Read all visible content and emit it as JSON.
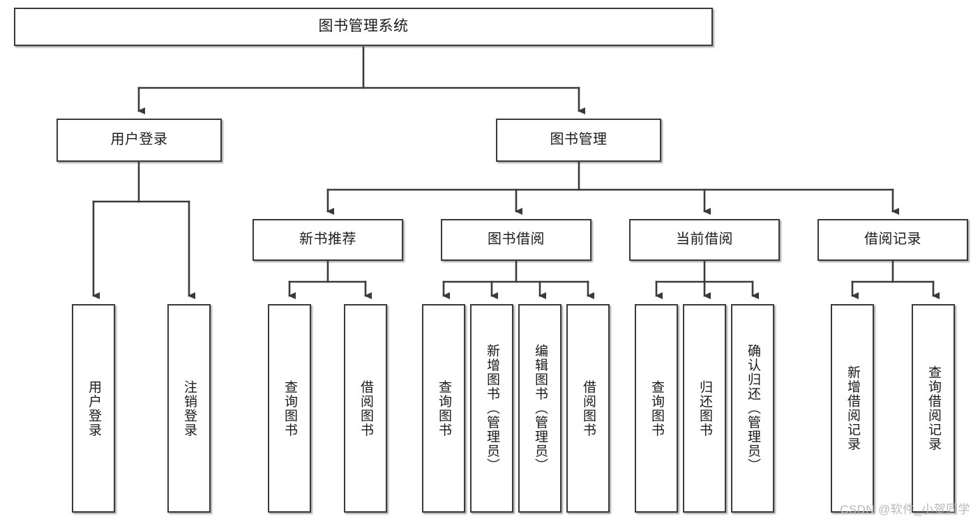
{
  "diagram": {
    "title": "图书管理系统",
    "type": "tree-hierarchy-chart",
    "colors": {
      "node_border": "#3a3a3a",
      "node_fill": "#ffffff",
      "connector": "#3a3a3a",
      "background": "#ffffff",
      "watermark": "#b9b9b9"
    },
    "root": {
      "id": "root",
      "label": "图书管理系统"
    },
    "level2": [
      {
        "id": "user-login",
        "label": "用户登录"
      },
      {
        "id": "book-management",
        "label": "图书管理"
      }
    ],
    "level3": [
      {
        "id": "new-book-recommend",
        "label": "新书推荐",
        "parent": "book-management"
      },
      {
        "id": "book-borrow",
        "label": "图书借阅",
        "parent": "book-management"
      },
      {
        "id": "current-borrow",
        "label": "当前借阅",
        "parent": "book-management"
      },
      {
        "id": "borrow-record",
        "label": "借阅记录",
        "parent": "book-management"
      }
    ],
    "leaves": {
      "user-login": [
        {
          "id": "leaf-user-login",
          "label": "用户登录"
        },
        {
          "id": "leaf-logout-login",
          "label": "注销登录"
        }
      ],
      "new-book-recommend": [
        {
          "id": "leaf-query-book-1",
          "label": "查询图书"
        },
        {
          "id": "leaf-borrow-book-1",
          "label": "借阅图书"
        }
      ],
      "book-borrow": [
        {
          "id": "leaf-query-book-2",
          "label": "查询图书"
        },
        {
          "id": "leaf-add-book-admin",
          "label": "新增图书（管理员）"
        },
        {
          "id": "leaf-edit-book-admin",
          "label": "编辑图书（管理员）"
        },
        {
          "id": "leaf-borrow-book-2",
          "label": "借阅图书"
        }
      ],
      "current-borrow": [
        {
          "id": "leaf-query-book-3",
          "label": "查询图书"
        },
        {
          "id": "leaf-return-book",
          "label": "归还图书"
        },
        {
          "id": "leaf-confirm-return-admin",
          "label": "确认归还（管理员）"
        }
      ],
      "borrow-record": [
        {
          "id": "leaf-add-borrow-record",
          "label": "新增借阅记录"
        },
        {
          "id": "leaf-query-borrow-record",
          "label": "查询借阅记录"
        }
      ]
    }
  },
  "watermark": {
    "text": "CSDN @软件_小贺同学"
  }
}
